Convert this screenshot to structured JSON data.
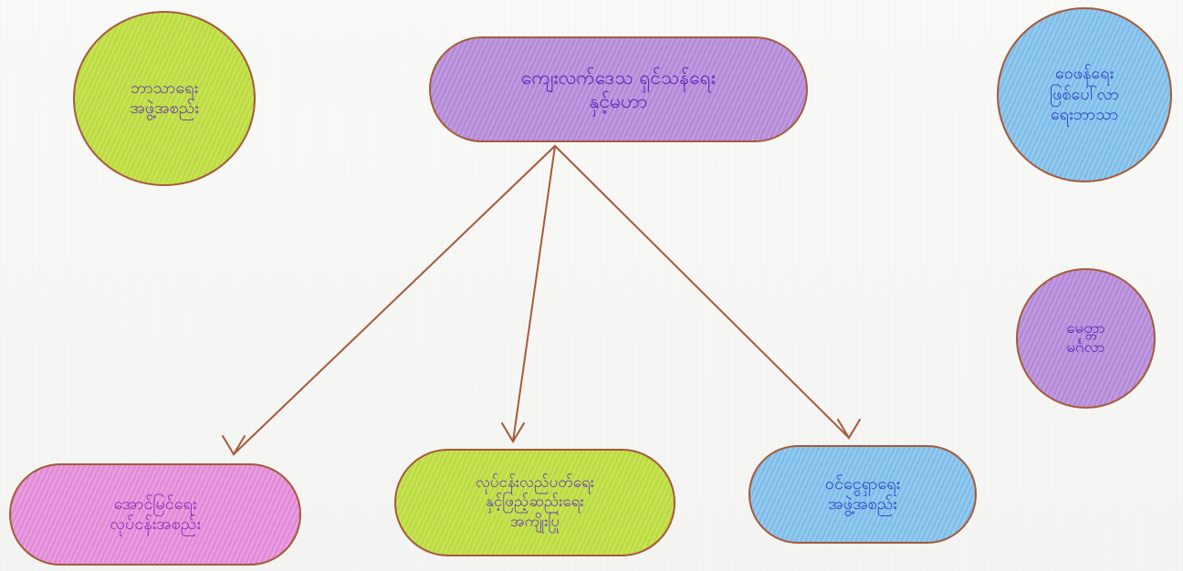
{
  "nodes": {
    "center": "ကျေးလက်ဒေသ ရှင်သန်ရေး\nနှင့်မဟာ",
    "top_left": "ဘာသာရေး\nအဖွဲ့အစည်း",
    "top_right": "ဝေဖန်ရေး\nဖြစ်ပေါ်လာ\nရေးဘာသာ",
    "middle_right": "မေတ္တာ\nမင်္ဂလာ",
    "bottom_left": "အောင်မြင်ရေး\nလုပ်ငန်းအစည်း",
    "bottom_middle": "လုပ်ငန်းလည်ပတ်ရေး\nနှင့်ဖြည့်ဆည်းရေး\nအကျိုးပြု",
    "bottom_right": "ဝင်ငွေရှာရေး\nအဖွဲ့အစည်း"
  },
  "colors": {
    "edge": "#a55a3a",
    "purple": "#b48ad8",
    "green": "#bcdc3c",
    "blue": "#7ebeea",
    "pink": "#e28ad8"
  }
}
